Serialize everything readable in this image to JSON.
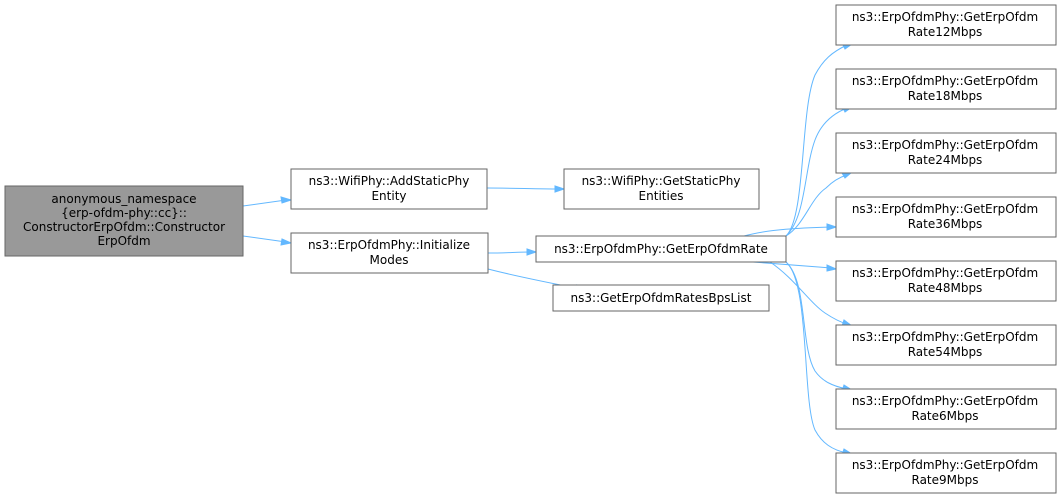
{
  "colors": {
    "root_fill": "#999999",
    "node_fill": "#ffffff",
    "border": "#666666",
    "edge": "#63b8ff",
    "text": "#000000"
  },
  "nodes": {
    "root": {
      "lines": [
        "anonymous_namespace",
        "{erp-ofdm-phy::cc}::",
        "ConstructorErpOfdm::Constructor",
        "ErpOfdm"
      ]
    },
    "add_static": {
      "lines": [
        "ns3::WifiPhy::AddStaticPhy",
        "Entity"
      ]
    },
    "get_static": {
      "lines": [
        "ns3::WifiPhy::GetStaticPhy",
        "Entities"
      ]
    },
    "init_modes": {
      "lines": [
        "ns3::ErpOfdmPhy::Initialize",
        "Modes"
      ]
    },
    "get_rate": {
      "lines": [
        "ns3::ErpOfdmPhy::GetErpOfdmRate"
      ]
    },
    "bps_list": {
      "lines": [
        "ns3::GetErpOfdmRatesBpsList"
      ]
    },
    "r12": {
      "lines": [
        "ns3::ErpOfdmPhy::GetErpOfdm",
        "Rate12Mbps"
      ]
    },
    "r18": {
      "lines": [
        "ns3::ErpOfdmPhy::GetErpOfdm",
        "Rate18Mbps"
      ]
    },
    "r24": {
      "lines": [
        "ns3::ErpOfdmPhy::GetErpOfdm",
        "Rate24Mbps"
      ]
    },
    "r36": {
      "lines": [
        "ns3::ErpOfdmPhy::GetErpOfdm",
        "Rate36Mbps"
      ]
    },
    "r48": {
      "lines": [
        "ns3::ErpOfdmPhy::GetErpOfdm",
        "Rate48Mbps"
      ]
    },
    "r54": {
      "lines": [
        "ns3::ErpOfdmPhy::GetErpOfdm",
        "Rate54Mbps"
      ]
    },
    "r6": {
      "lines": [
        "ns3::ErpOfdmPhy::GetErpOfdm",
        "Rate6Mbps"
      ]
    },
    "r9": {
      "lines": [
        "ns3::ErpOfdmPhy::GetErpOfdm",
        "Rate9Mbps"
      ]
    }
  },
  "edges": [
    {
      "from": "root",
      "to": "add_static"
    },
    {
      "from": "root",
      "to": "init_modes"
    },
    {
      "from": "add_static",
      "to": "get_static"
    },
    {
      "from": "init_modes",
      "to": "get_rate"
    },
    {
      "from": "init_modes",
      "to": "bps_list"
    },
    {
      "from": "get_rate",
      "to": "r12"
    },
    {
      "from": "get_rate",
      "to": "r18"
    },
    {
      "from": "get_rate",
      "to": "r24"
    },
    {
      "from": "get_rate",
      "to": "r36"
    },
    {
      "from": "get_rate",
      "to": "r48"
    },
    {
      "from": "get_rate",
      "to": "r54"
    },
    {
      "from": "get_rate",
      "to": "r6"
    },
    {
      "from": "get_rate",
      "to": "r9"
    }
  ]
}
